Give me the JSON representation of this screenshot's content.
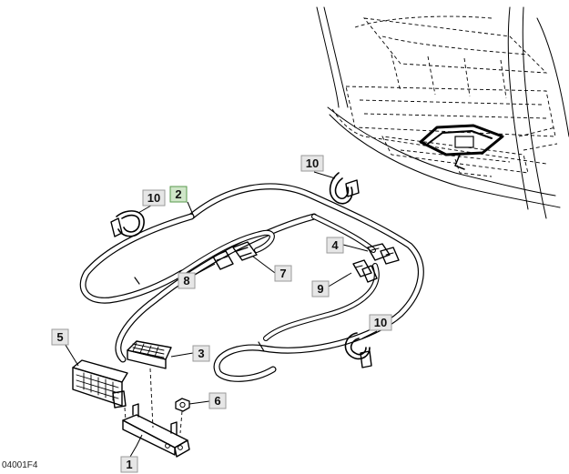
{
  "figure": {
    "id_text": "04001F4"
  },
  "callouts": [
    {
      "label": "1",
      "active": false
    },
    {
      "label": "2",
      "active": true
    },
    {
      "label": "3",
      "active": false
    },
    {
      "label": "4",
      "active": false
    },
    {
      "label": "5",
      "active": false
    },
    {
      "label": "6",
      "active": false
    },
    {
      "label": "7",
      "active": false
    },
    {
      "label": "8",
      "active": false
    },
    {
      "label": "9",
      "active": false
    },
    {
      "label": "10",
      "active": false
    },
    {
      "label": "10",
      "active": false
    },
    {
      "label": "10",
      "active": false
    }
  ]
}
